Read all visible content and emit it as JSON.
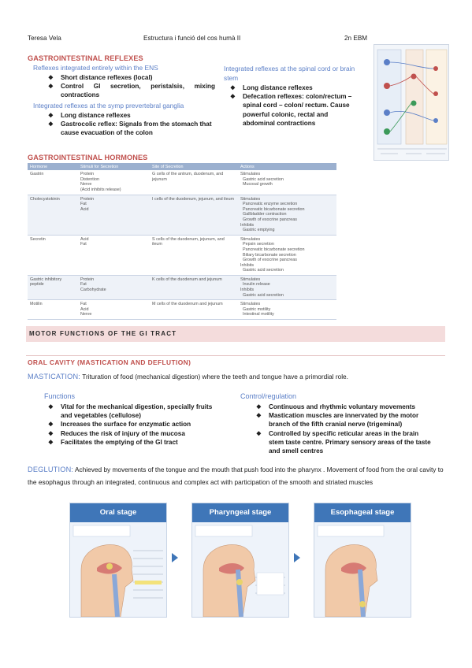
{
  "header": {
    "author": "Teresa Vela",
    "course": "Estructura i funció del cos humà II",
    "year": "2n EBM"
  },
  "gi_reflexes": {
    "title": "GASTROINTESTINAL REFLEXES",
    "ens": {
      "subtitle": "Reflexes integrated entirely within the ENS",
      "items": [
        "Short distance reflexes (local)",
        "Control GI secretion, peristalsis, mixing contractions"
      ]
    },
    "symp": {
      "subtitle": "Integrated reflexes at the symp prevertebral ganglia",
      "items": [
        "Long distance reflexes",
        "Gastrocolic reflex: Signals from the stomach that cause evacuation of the colon"
      ]
    },
    "spinal": {
      "subtitle": "Integrated reflexes at the spinal cord or brain stem",
      "items": [
        "Long distance reflexes",
        "Defecation reflexes: colon/rectum – spinal cord – colon/ rectum. Cause powerful colonic, rectal and abdominal contractions"
      ]
    }
  },
  "gi_hormones": {
    "title": "GASTROINTESTINAL HORMONES",
    "columns": [
      "Hormone",
      "Stimuli for Secretion",
      "Site of Secretion",
      "Actions"
    ],
    "rows": [
      {
        "hormone": "Gastrin",
        "stimuli": "Protein\nDistention\nNerve\n(Acid inhibits release)",
        "site": "G cells of the antrum, duodenum, and jejunum",
        "actions": "Stimulates\n  Gastric acid secretion\n  Mucosal growth"
      },
      {
        "hormone": "Cholecystokinin",
        "stimuli": "Protein\nFat\nAcid",
        "site": "I cells of the duodenum, jejunum, and ileum",
        "actions": "Stimulates\n  Pancreatic enzyme secretion\n  Pancreatic bicarbonate secretion\n  Gallbladder contraction\n  Growth of exocrine pancreas\nInhibits\n  Gastric emptying"
      },
      {
        "hormone": "Secretin",
        "stimuli": "Acid\nFat",
        "site": "S cells of the duodenum, jejunum, and ileum",
        "actions": "Stimulates\n  Pepsin secretion\n  Pancreatic bicarbonate secretion\n  Biliary bicarbonate secretion\n  Growth of exocrine pancreas\nInhibits\n  Gastric acid secretion"
      },
      {
        "hormone": "Gastric inhibitory peptide",
        "stimuli": "Protein\nFat\nCarbohydrate",
        "site": "K cells of the duodenum and jejunum",
        "actions": "Stimulates\n  Insulin release\nInhibits\n  Gastric acid secretion"
      },
      {
        "hormone": "Motilin",
        "stimuli": "Fat\nAcid\nNerve",
        "site": "M cells of the duodenum and jejunum",
        "actions": "Stimulates\n  Gastric motility\n  Intestinal motility"
      }
    ]
  },
  "motor": {
    "bar": "MOTOR FUNCTIONS OF THE GI TRACT",
    "oral_title": "ORAL CAVITY (MASTICATION AND DEFLUTION)",
    "mastication": {
      "lead": "MASTICATION:",
      "text": " Trituration of food (mechanical digestion) where the teeth and tongue have a primordial role."
    },
    "functions": {
      "subtitle": "Functions",
      "items": [
        "Vital for the mechanical digestion, specially fruits and vegetables (cellulose)",
        "Increases the surface for enzymatic action",
        "Reduces the risk of injury of the mucosa",
        "Facilitates the emptying of the GI tract"
      ]
    },
    "control": {
      "subtitle": "Control/regulation",
      "items": [
        "Continuous and rhythmic voluntary movements",
        "Mastication muscles are innervated by the motor branch of the fifth cranial nerve (trigeminal)",
        "Controlled by specific reticular areas in the brain stem taste centre. Primary sensory areas of the taste and smell centres"
      ]
    },
    "deglution": {
      "lead": "DEGLUTION:",
      "text": " Achieved by movements of the tongue and the mouth that push food into the pharynx . Movement of food from the oral cavity to the esophagus through an integrated, continuous and complex act with participation of the smooth and striated muscles"
    },
    "stages": [
      "Oral stage",
      "Pharyngeal stage",
      "Esophageal stage"
    ]
  },
  "colors": {
    "section_red": "#c0504d",
    "subtitle_blue": "#5b7fc7",
    "stage_blue": "#3f76b8",
    "motor_bar": "#f4dcdc"
  }
}
